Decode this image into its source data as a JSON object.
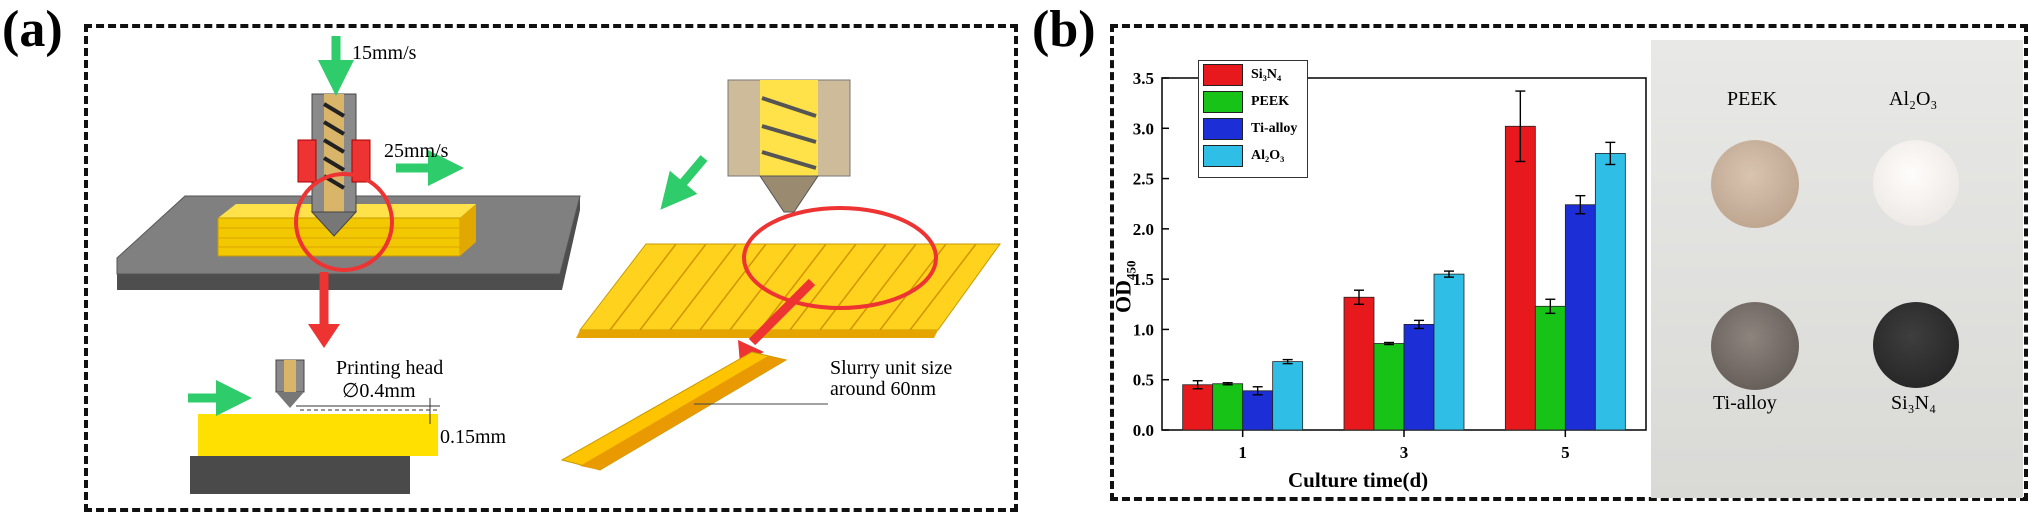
{
  "panel_a": {
    "label": "(a)",
    "speed_down": "15mm/s",
    "speed_side": "25mm/s",
    "printing_head_label": "Printing head",
    "diameter_label": "∅0.4mm",
    "layer_label": "0.15mm",
    "slurry_label_line1": "Slurry unit size",
    "slurry_label_line2": "around 60nm"
  },
  "panel_b": {
    "label": "(b)",
    "photo_labels": [
      "PEEK",
      "Al₂O₃",
      "Ti-alloy",
      "Si₃N₄"
    ]
  },
  "colors": {
    "Si3N4": "#e8191c",
    "PEEK": "#17c317",
    "Ti-alloy": "#1c2fd6",
    "Al2O3": "#2fbfe6"
  },
  "chart_data": {
    "type": "bar",
    "categories": [
      "1",
      "3",
      "5"
    ],
    "series": [
      {
        "name": "Si₃N₄",
        "values": [
          0.45,
          1.32,
          3.02
        ],
        "errors": [
          0.04,
          0.07,
          0.35
        ]
      },
      {
        "name": "PEEK",
        "values": [
          0.46,
          0.86,
          1.23
        ],
        "errors": [
          0.01,
          0.01,
          0.07
        ]
      },
      {
        "name": "Ti-alloy",
        "values": [
          0.39,
          1.05,
          2.24
        ],
        "errors": [
          0.04,
          0.04,
          0.09
        ]
      },
      {
        "name": "Al₂O₃",
        "values": [
          0.68,
          1.55,
          2.75
        ],
        "errors": [
          0.02,
          0.03,
          0.11
        ]
      }
    ],
    "xlabel": "Culture time(d)",
    "ylabel": "OD450",
    "ylim": [
      0,
      3.5
    ],
    "yticks": [
      "0.0",
      "0.5",
      "1.0",
      "1.5",
      "2.0",
      "2.5",
      "3.0",
      "3.5"
    ],
    "legend": "top-left",
    "grid": false
  }
}
